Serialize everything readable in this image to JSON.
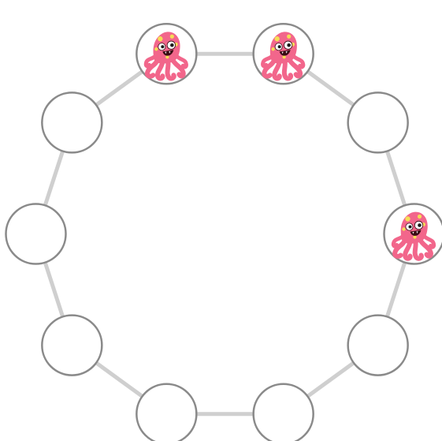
{
  "board": {
    "slot_count": 10,
    "edge_color": "#cfcfcf",
    "ring_color": "#8a8a8a",
    "slots": [
      {
        "id": 0,
        "occupied": true,
        "piece": "pink-octopus-icon"
      },
      {
        "id": 1,
        "occupied": true,
        "piece": "pink-octopus-icon"
      },
      {
        "id": 2,
        "occupied": false,
        "piece": ""
      },
      {
        "id": 3,
        "occupied": true,
        "piece": "pink-octopus-icon"
      },
      {
        "id": 4,
        "occupied": false,
        "piece": ""
      },
      {
        "id": 5,
        "occupied": false,
        "piece": ""
      },
      {
        "id": 6,
        "occupied": false,
        "piece": ""
      },
      {
        "id": 7,
        "occupied": false,
        "piece": ""
      },
      {
        "id": 8,
        "occupied": false,
        "piece": ""
      },
      {
        "id": 9,
        "occupied": false,
        "piece": ""
      }
    ]
  },
  "octopus": {
    "body_color": "#f2668b",
    "spot_color": "#f5dd55",
    "mouth_color": "#3a0a14"
  }
}
